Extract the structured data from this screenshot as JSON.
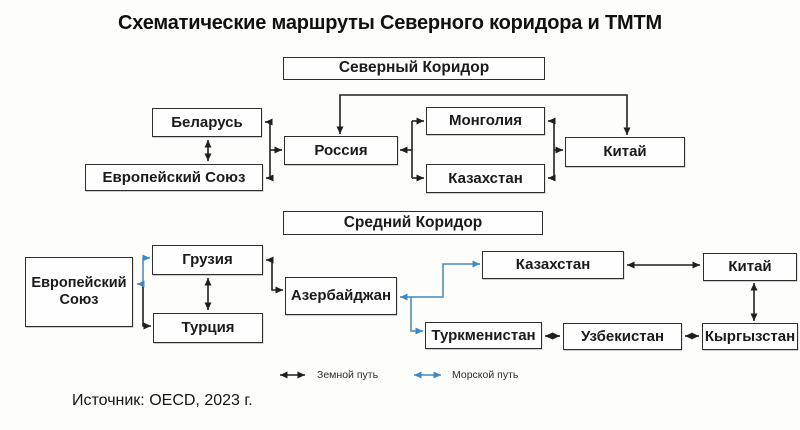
{
  "title": "Схематические маршруты Северного коридора и ТМТМ",
  "northern_corridor": {
    "header": "Северный Коридор",
    "belarus": "Беларусь",
    "european_union": "Европейский Союз",
    "russia": "Россия",
    "mongolia": "Монголия",
    "kazakhstan": "Казахстан",
    "china": "Китай"
  },
  "middle_corridor": {
    "header": "Средний Коридор",
    "european_union": "Европейский Союз",
    "georgia": "Грузия",
    "turkey": "Турция",
    "azerbaijan": "Азербайджан",
    "kazakhstan": "Казахстан",
    "china": "Китай",
    "turkmenistan": "Туркменистан",
    "uzbekistan": "Узбекистан",
    "kyrgyzstan": "Кыргызстан"
  },
  "legend": {
    "land_route": "Земной путь",
    "sea_route": "Морской путь"
  },
  "source": "Источник: OECD, 2023 г.",
  "colors": {
    "land_route": "#1f1f1f",
    "sea_route": "#4189bf"
  }
}
